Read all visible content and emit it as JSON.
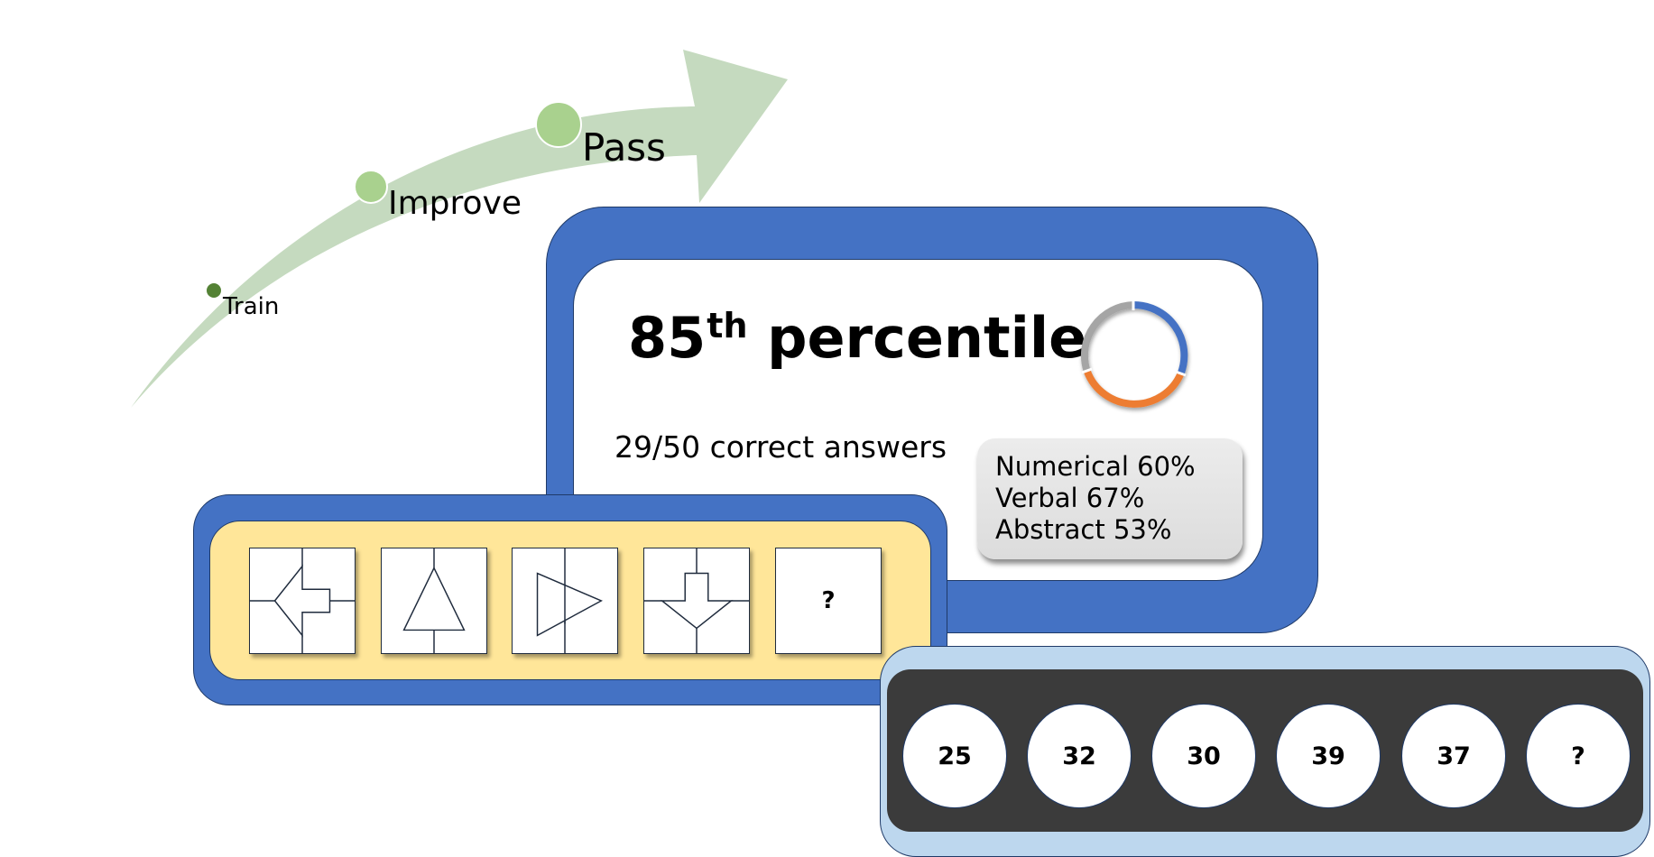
{
  "progress": {
    "stages": [
      "Train",
      "Improve",
      "Pass"
    ]
  },
  "results": {
    "percentile_value": "85",
    "percentile_suffix": "th",
    "percentile_word": "percentile",
    "correct": "29/50 correct answers",
    "breakdown": [
      "Numerical 60%",
      "Verbal 67%",
      "Abstract 53%"
    ]
  },
  "abstract_sequence": {
    "tiles": [
      "arrow-left",
      "triangle-up",
      "triangle-right",
      "arrow-down",
      "question"
    ],
    "question_label": "?"
  },
  "number_series": {
    "values": [
      "25",
      "32",
      "30",
      "39",
      "37",
      "?"
    ]
  },
  "colors": {
    "arrow": "#c5dabf",
    "card_blue": "#4472c4",
    "card_light_blue": "#bdd7ee",
    "card_yellow": "#ffe699",
    "card_dark": "#3b3b3b",
    "donut_blue": "#4472c4",
    "donut_orange": "#ed7d31",
    "donut_gray": "#a5a5a5"
  }
}
